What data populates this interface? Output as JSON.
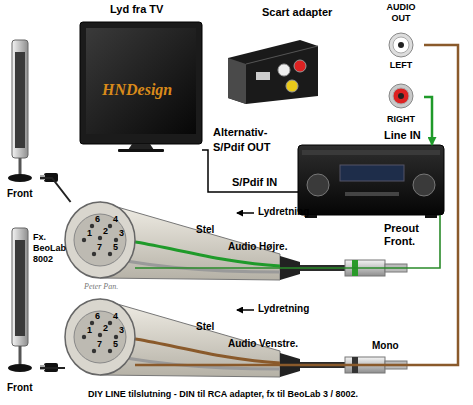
{
  "diagram": {
    "caption": "DIY LINE tilslutning - DIN til RCA adapter, fx til BeoLab 3 / 8002.",
    "nodes": [
      {
        "text": [
          "Lyd fra TV",
          "HNDesign"
        ]
      },
      {
        "text": [
          "Scart adapter"
        ]
      },
      {
        "text": [
          "AUDIO OUT",
          "LEFT",
          "RIGHT"
        ]
      },
      {
        "text": [
          "Line IN"
        ]
      },
      {
        "text": [
          "Front"
        ]
      },
      {
        "text": [
          "Front"
        ]
      },
      {
        "text": [
          "6",
          "4",
          "1",
          "2",
          "3",
          "5",
          "7"
        ]
      },
      {
        "text": [
          "6",
          "4",
          "1",
          "2",
          "3",
          "5",
          "7"
        ]
      }
    ],
    "edges": [
      {
        "from": 0,
        "to": 3,
        "arrow": "none"
      },
      {
        "from": 2,
        "to": 3,
        "arrow": "to"
      },
      {
        "from": 3,
        "to": 6,
        "arrow": "none"
      },
      {
        "from": 2,
        "to": 7,
        "arrow": "none"
      },
      {
        "from": 6,
        "to": 4,
        "arrow": "none"
      },
      {
        "from": 7,
        "to": 5,
        "arrow": "none"
      }
    ],
    "labels": [
      "Alternativ-",
      "S/Pdif OUT",
      "S/Pdif IN",
      "Fx. BeoLab 8002",
      "Stel",
      "Lydretning",
      "Audio Højre.",
      "Preout Front.",
      "Peter Pan.",
      "Stel",
      "Lydretning",
      "Audio Venstre.",
      "Mono"
    ]
  }
}
